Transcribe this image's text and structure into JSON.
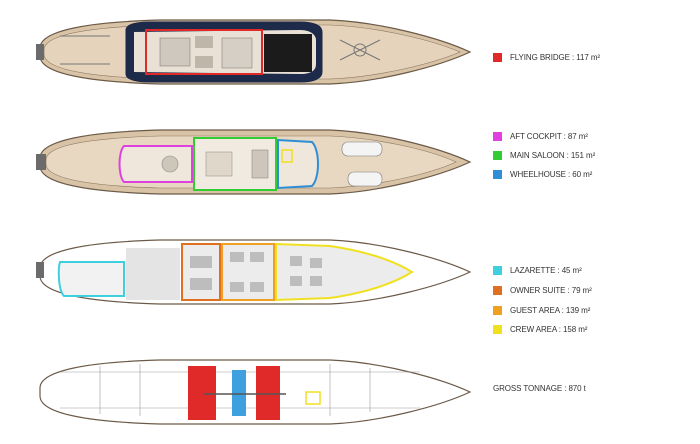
{
  "decks": [
    {
      "name": "flying-bridge-deck"
    },
    {
      "name": "main-deck"
    },
    {
      "name": "lower-deck"
    },
    {
      "name": "tank-deck"
    }
  ],
  "legend": [
    {
      "label": "FLYING BRIDGE : 117 m²",
      "color": "#e02a2a"
    },
    {
      "label": "AFT COCKPIT : 87 m²",
      "color": "#e040e0"
    },
    {
      "label": "MAIN SALOON : 151 m²",
      "color": "#33cc33"
    },
    {
      "label": "WHEELHOUSE : 60 m²",
      "color": "#2e8fd6"
    },
    {
      "label": "LAZARETTE : 45 m²",
      "color": "#3fd0e0"
    },
    {
      "label": "OWNER SUITE : 79 m²",
      "color": "#e07020"
    },
    {
      "label": "GUEST AREA : 139 m²",
      "color": "#f0a020"
    },
    {
      "label": "CREW AREA : 158 m²",
      "color": "#f0e020"
    }
  ],
  "gross_tonnage": "GROSS TONNAGE : 870 t"
}
